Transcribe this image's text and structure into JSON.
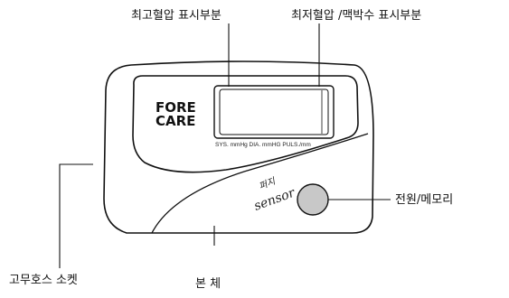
{
  "labels": {
    "systolic_display": "최고혈압 표시부분",
    "diastolic_pulse_display": "최저혈압 /맥박수 표시부분",
    "power_memory": "전원/메모리",
    "hose_socket": "고무호스 소켓",
    "body": "본 체"
  },
  "device": {
    "brand_line1": "FORE",
    "brand_line2": "CARE",
    "units_text": "SYS. mmHg  DIA. mmHG  PULS./mm",
    "logo_line1": "퍼지",
    "logo_line2": "sensor"
  },
  "colors": {
    "outline": "#111111",
    "button_fill": "#c8c8c8",
    "screen_fill": "#ffffff"
  }
}
